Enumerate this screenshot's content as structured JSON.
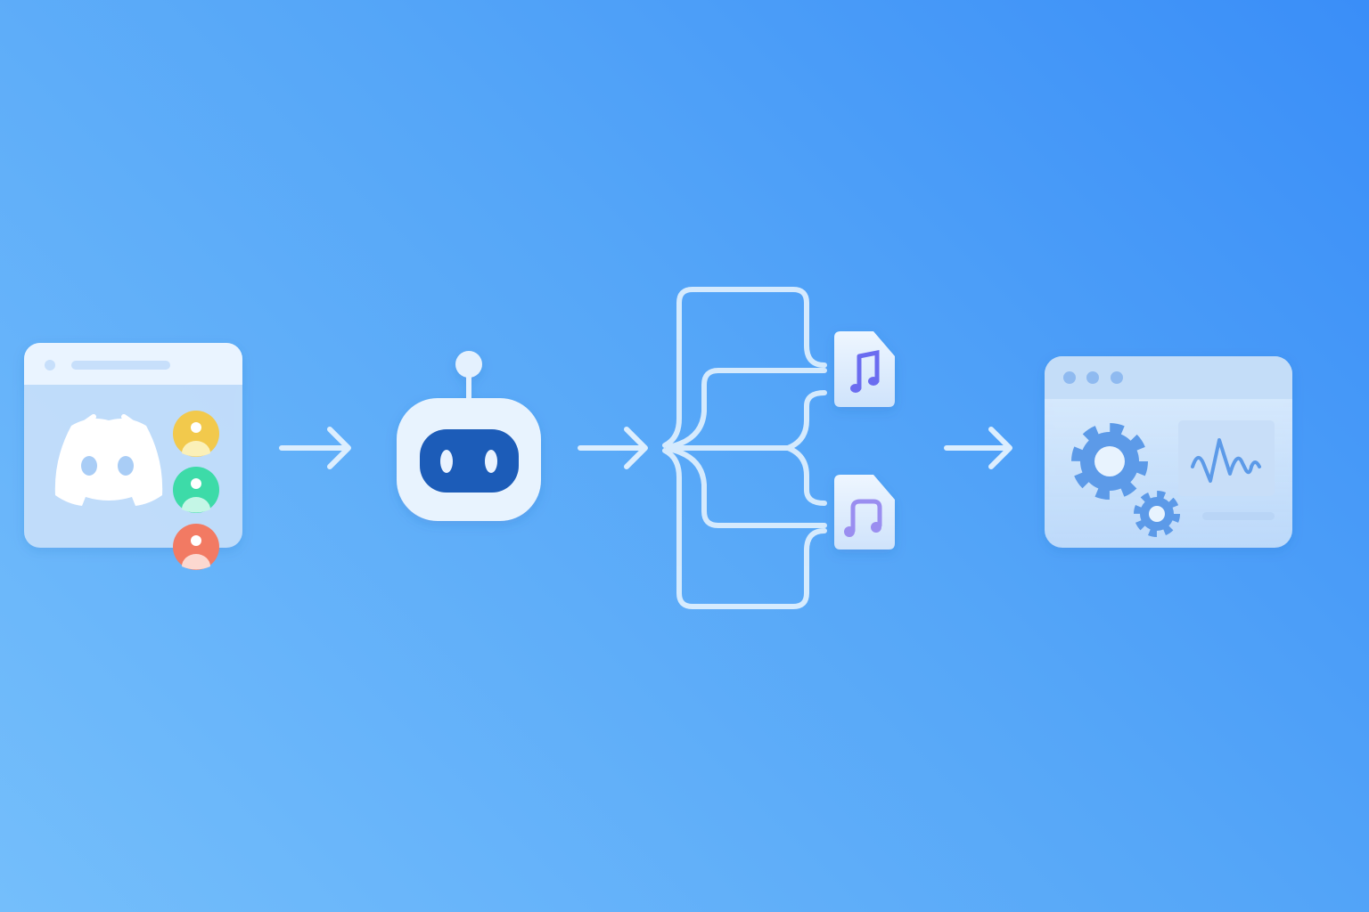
{
  "diagram": {
    "nodes": [
      {
        "id": "chat-server",
        "icon": "discord-logo-icon",
        "members": [
          "user-avatar-yellow",
          "user-avatar-green",
          "user-avatar-red"
        ]
      },
      {
        "id": "bot",
        "icon": "robot-icon"
      },
      {
        "id": "audio-split",
        "icon": "branching-connector-icon",
        "outputs": [
          "music-file-icon",
          "music-file-icon"
        ]
      },
      {
        "id": "dashboard",
        "icon": "settings-window-icon",
        "contents": [
          "gear-icon",
          "gear-small-icon",
          "waveform-chart-icon"
        ]
      }
    ],
    "edges": [
      [
        "chat-server",
        "bot"
      ],
      [
        "bot",
        "audio-split"
      ],
      [
        "audio-split",
        "dashboard"
      ]
    ]
  },
  "colors": {
    "background_start": "#74befb",
    "background_end": "#3a8ef8",
    "panel": "#e8f3fe",
    "visor": "#1f5bb8",
    "avatar_yellow": "#f2c94c",
    "avatar_green": "#3ddba8",
    "avatar_red": "#f27a63",
    "note_primary": "#6b6cf0",
    "note_secondary": "#9a8ef0",
    "gear": "#5b9ae8",
    "line": "#dceefe"
  }
}
